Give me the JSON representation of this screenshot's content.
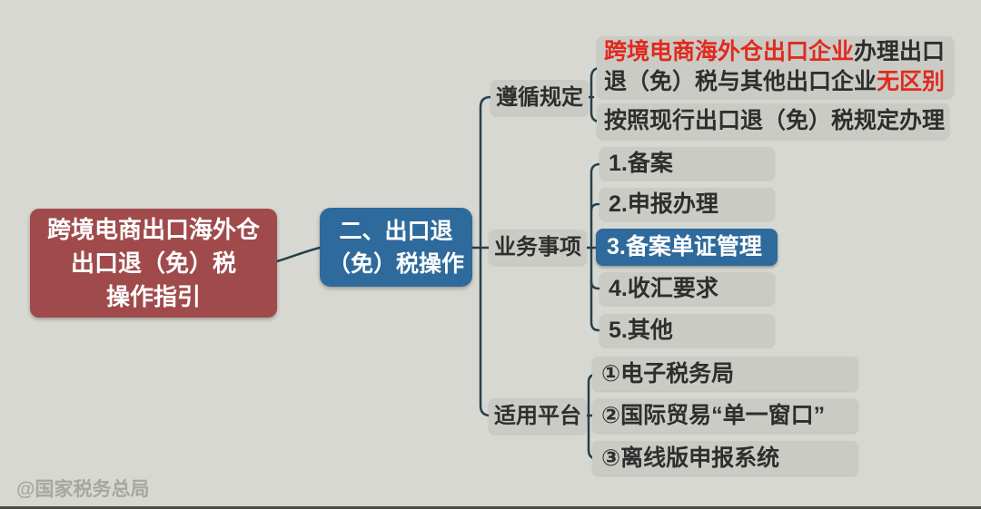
{
  "watermark": "@国家税务总局",
  "root": {
    "lines": [
      "跨境电商出口海外仓",
      "出口退（免）税",
      "操作指引"
    ],
    "color": "#a04a4c"
  },
  "main_topic": {
    "lines": [
      "二、出口退",
      "（免）税操作"
    ],
    "color": "#2f6a9c"
  },
  "branches": [
    {
      "label": "遵循规定",
      "children": [
        {
          "segments": [
            {
              "text": "跨境电商海外仓出口企业",
              "emphasis": true
            },
            {
              "text": "办理出口",
              "emphasis": false
            },
            {
              "text": "退（免）税与其他出口企业",
              "emphasis": false
            },
            {
              "text": "无区别",
              "emphasis": true
            }
          ]
        },
        {
          "text": "按照现行出口退（免）税规定办理"
        }
      ]
    },
    {
      "label": "业务事项",
      "children": [
        "1.备案",
        "2.申报办理",
        "3.备案单证管理",
        "4.收汇要求",
        "5.其他"
      ],
      "highlighted_index": 2
    },
    {
      "label": "适用平台",
      "children": [
        "①电子税务局",
        "②国际贸易“单一窗口”",
        "③离线版申报系统"
      ]
    }
  ],
  "colors": {
    "background": "#d7d8d1",
    "gray_box": "#cacbc4",
    "accent_red_box": "#a04a4c",
    "accent_blue": "#2f6a9c",
    "emphasis_red_text": "#e02a1f",
    "connector": "#24414f",
    "dark_text": "#2e2e2e"
  }
}
